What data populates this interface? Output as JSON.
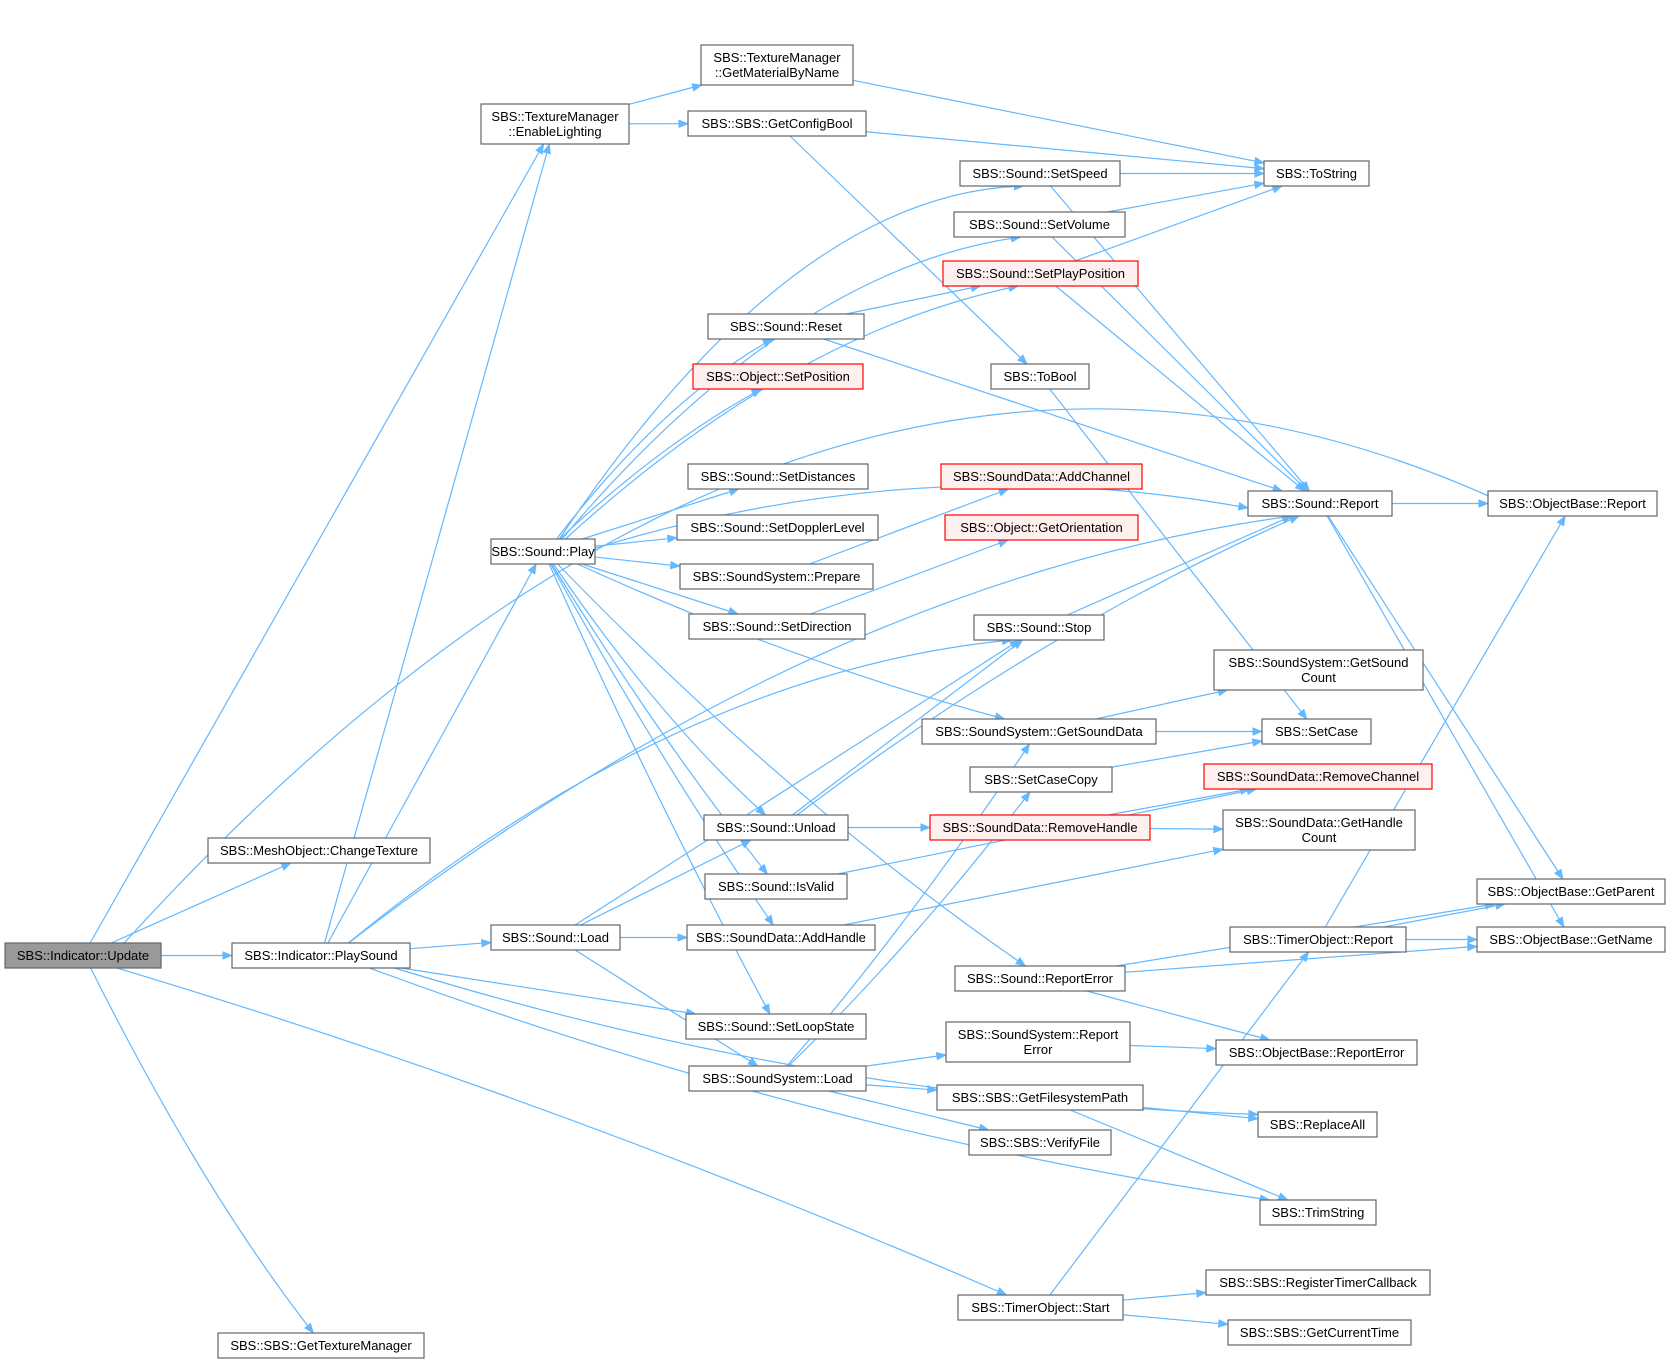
{
  "diagram": {
    "type": "call-graph",
    "colors": {
      "edge": "#63b8ff",
      "node_border": "#666666",
      "node_fill": "#ffffff",
      "root_fill": "#999999",
      "root_border": "#666666",
      "truncated_border": "#ff0000",
      "truncated_fill": "#fff0f0"
    },
    "nodes": [
      {
        "id": "update",
        "lines": [
          "SBS::Indicator::Update"
        ],
        "style": "root"
      },
      {
        "id": "changetex",
        "lines": [
          "SBS::MeshObject::ChangeTexture"
        ],
        "style": "normal"
      },
      {
        "id": "playsound",
        "lines": [
          "SBS::Indicator::PlaySound"
        ],
        "style": "normal"
      },
      {
        "id": "gettexmgr",
        "lines": [
          "SBS::SBS::GetTextureManager"
        ],
        "style": "normal"
      },
      {
        "id": "enablelight",
        "lines": [
          "SBS::TextureManager",
          "::EnableLighting"
        ],
        "style": "normal"
      },
      {
        "id": "getmat",
        "lines": [
          "SBS::TextureManager",
          "::GetMaterialByName"
        ],
        "style": "normal"
      },
      {
        "id": "getcfgbool",
        "lines": [
          "SBS::SBS::GetConfigBool"
        ],
        "style": "normal"
      },
      {
        "id": "tostring",
        "lines": [
          "SBS::ToString"
        ],
        "style": "normal"
      },
      {
        "id": "setspeed",
        "lines": [
          "SBS::Sound::SetSpeed"
        ],
        "style": "normal"
      },
      {
        "id": "setvolume",
        "lines": [
          "SBS::Sound::SetVolume"
        ],
        "style": "normal"
      },
      {
        "id": "setplaypos",
        "lines": [
          "SBS::Sound::SetPlayPosition"
        ],
        "style": "truncated"
      },
      {
        "id": "reset",
        "lines": [
          "SBS::Sound::Reset"
        ],
        "style": "normal"
      },
      {
        "id": "setposition",
        "lines": [
          "SBS::Object::SetPosition"
        ],
        "style": "truncated"
      },
      {
        "id": "tobool",
        "lines": [
          "SBS::ToBool"
        ],
        "style": "normal"
      },
      {
        "id": "setdistances",
        "lines": [
          "SBS::Sound::SetDistances"
        ],
        "style": "normal"
      },
      {
        "id": "addchannel",
        "lines": [
          "SBS::SoundData::AddChannel"
        ],
        "style": "truncated"
      },
      {
        "id": "report",
        "lines": [
          "SBS::Sound::Report"
        ],
        "style": "normal"
      },
      {
        "id": "objreport",
        "lines": [
          "SBS::ObjectBase::Report"
        ],
        "style": "normal"
      },
      {
        "id": "setdoppler",
        "lines": [
          "SBS::Sound::SetDopplerLevel"
        ],
        "style": "normal"
      },
      {
        "id": "getorient",
        "lines": [
          "SBS::Object::GetOrientation"
        ],
        "style": "truncated"
      },
      {
        "id": "play",
        "lines": [
          "SBS::Sound::Play"
        ],
        "style": "normal"
      },
      {
        "id": "prepare",
        "lines": [
          "SBS::SoundSystem::Prepare"
        ],
        "style": "normal"
      },
      {
        "id": "setdirection",
        "lines": [
          "SBS::Sound::SetDirection"
        ],
        "style": "normal"
      },
      {
        "id": "stop",
        "lines": [
          "SBS::Sound::Stop"
        ],
        "style": "normal"
      },
      {
        "id": "getsoundcount",
        "lines": [
          "SBS::SoundSystem::GetSound",
          "Count"
        ],
        "style": "normal"
      },
      {
        "id": "getsounddata",
        "lines": [
          "SBS::SoundSystem::GetSoundData"
        ],
        "style": "normal"
      },
      {
        "id": "setcase",
        "lines": [
          "SBS::SetCase"
        ],
        "style": "normal"
      },
      {
        "id": "setcasecopy",
        "lines": [
          "SBS::SetCaseCopy"
        ],
        "style": "normal"
      },
      {
        "id": "removechannel",
        "lines": [
          "SBS::SoundData::RemoveChannel"
        ],
        "style": "truncated"
      },
      {
        "id": "unload",
        "lines": [
          "SBS::Sound::Unload"
        ],
        "style": "normal"
      },
      {
        "id": "removehandle",
        "lines": [
          "SBS::SoundData::RemoveHandle"
        ],
        "style": "truncated"
      },
      {
        "id": "gethandlecount",
        "lines": [
          "SBS::SoundData::GetHandle",
          "Count"
        ],
        "style": "normal"
      },
      {
        "id": "isvalid",
        "lines": [
          "SBS::Sound::IsValid"
        ],
        "style": "normal"
      },
      {
        "id": "getparent",
        "lines": [
          "SBS::ObjectBase::GetParent"
        ],
        "style": "normal"
      },
      {
        "id": "load",
        "lines": [
          "SBS::Sound::Load"
        ],
        "style": "normal"
      },
      {
        "id": "addhandle",
        "lines": [
          "SBS::SoundData::AddHandle"
        ],
        "style": "normal"
      },
      {
        "id": "timerreport",
        "lines": [
          "SBS::TimerObject::Report"
        ],
        "style": "normal"
      },
      {
        "id": "getname",
        "lines": [
          "SBS::ObjectBase::GetName"
        ],
        "style": "normal"
      },
      {
        "id": "reporterror",
        "lines": [
          "SBS::Sound::ReportError"
        ],
        "style": "normal"
      },
      {
        "id": "setloop",
        "lines": [
          "SBS::Sound::SetLoopState"
        ],
        "style": "normal"
      },
      {
        "id": "ssreporterror",
        "lines": [
          "SBS::SoundSystem::Report",
          "Error"
        ],
        "style": "normal"
      },
      {
        "id": "objreporterror",
        "lines": [
          "SBS::ObjectBase::ReportError"
        ],
        "style": "normal"
      },
      {
        "id": "ssload",
        "lines": [
          "SBS::SoundSystem::Load"
        ],
        "style": "normal"
      },
      {
        "id": "getfspath",
        "lines": [
          "SBS::SBS::GetFilesystemPath"
        ],
        "style": "normal"
      },
      {
        "id": "replaceall",
        "lines": [
          "SBS::ReplaceAll"
        ],
        "style": "normal"
      },
      {
        "id": "verifyfile",
        "lines": [
          "SBS::SBS::VerifyFile"
        ],
        "style": "normal"
      },
      {
        "id": "trimstring",
        "lines": [
          "SBS::TrimString"
        ],
        "style": "normal"
      },
      {
        "id": "regtimer",
        "lines": [
          "SBS::SBS::RegisterTimerCallback"
        ],
        "style": "normal"
      },
      {
        "id": "timerstart",
        "lines": [
          "SBS::TimerObject::Start"
        ],
        "style": "normal"
      },
      {
        "id": "getcurtime",
        "lines": [
          "SBS::SBS::GetCurrentTime"
        ],
        "style": "normal"
      }
    ]
  }
}
